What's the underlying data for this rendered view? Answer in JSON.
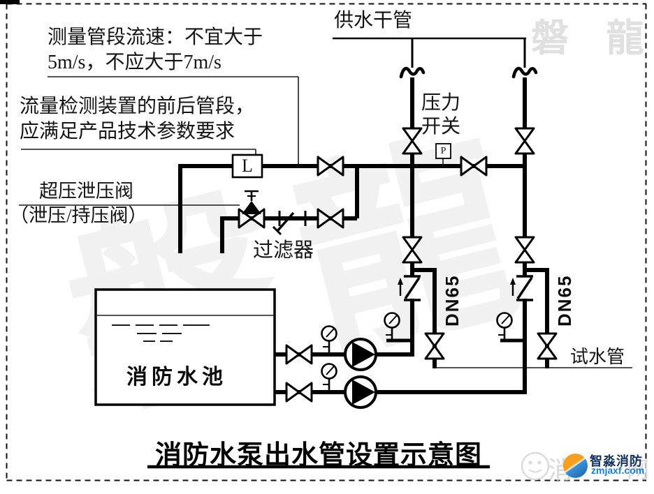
{
  "title": "消防水泵出水管设置示意图",
  "annotations": {
    "velocity_note": {
      "line1": "测量管段流速：不宜大于",
      "line2": "5m/s，不应大于7m/s"
    },
    "flow_device_note": {
      "line1": "流量检测装置的前后管段，",
      "line2": "应满足产品技术参数要求"
    },
    "supply_main_label": "供水干管",
    "pressure_switch": {
      "line1": "压力",
      "line2": "开关"
    },
    "relief_valve_label": "超压泄压阀",
    "relief_valve_label2": "（泄压/持压阀）",
    "filter_label": "过滤器",
    "dn65_left": "DN65",
    "dn65_right": "DN65",
    "test_pipe_label": "试水管",
    "tank_label": "消防水池",
    "flow_meter_letter": "L",
    "pressure_switch_letter": "P"
  },
  "watermarks": {
    "corner": "磐 龍",
    "big": "磐龍",
    "faint_char_left": "消",
    "faint_char_right": "网"
  },
  "footer_logo": {
    "brand": "智淼消防",
    "domain": "zmjaxf.com"
  },
  "colors": {
    "ink": "#000000",
    "watermark_light": "#e0e0e0",
    "logo_navy": "#14305c",
    "logo_blue": "#1f7cc9",
    "logo_orange": "#f6a01f"
  }
}
